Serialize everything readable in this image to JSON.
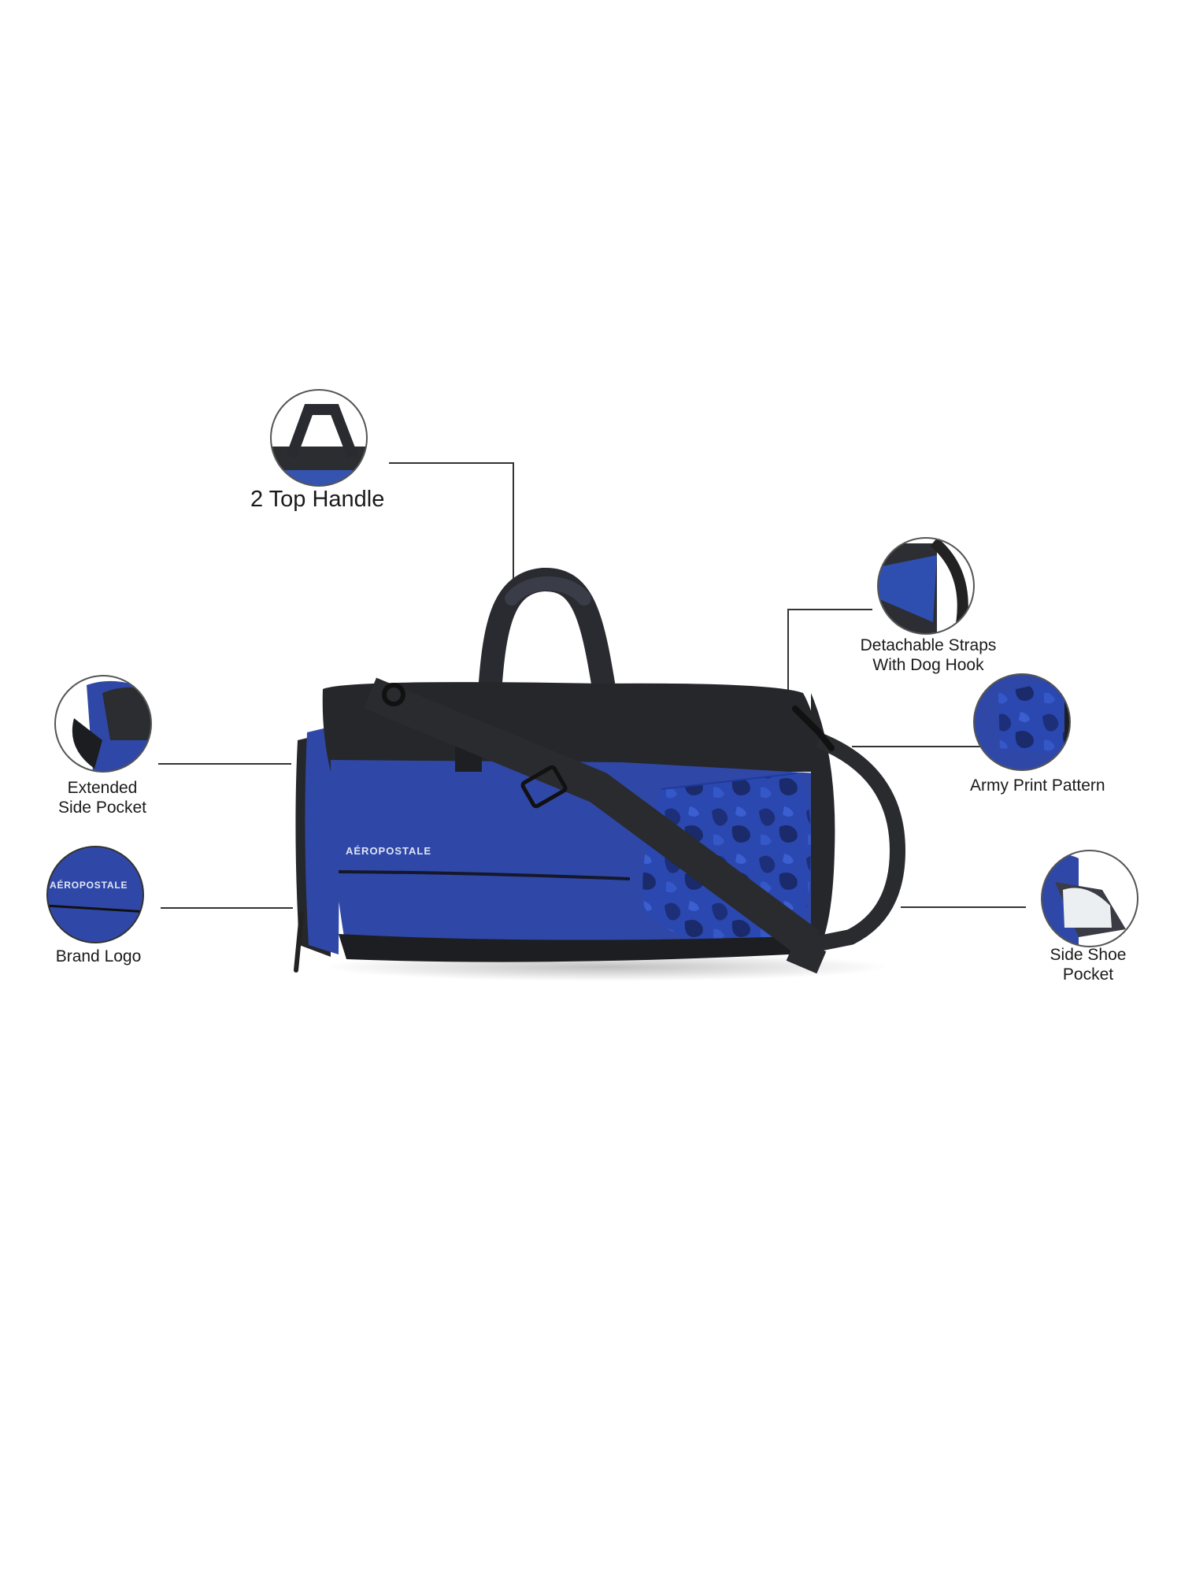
{
  "product": {
    "brand_logo_text": "AÉROPOSTALE",
    "colors": {
      "royal_blue": "#2f48a8",
      "blue_dark": "#22358a",
      "black": "#26272b",
      "strap": "#2a2b2f",
      "callout_line": "#333333",
      "circle_border": "#555555",
      "background": "#ffffff"
    }
  },
  "callouts": [
    {
      "id": "top-handle",
      "label_lines": [
        "2 Top Handle"
      ],
      "icon": "handle-thumbnail"
    },
    {
      "id": "detachable-straps",
      "label_lines": [
        "Detachable Straps",
        "With Dog Hook"
      ],
      "icon": "strap-hook-thumbnail"
    },
    {
      "id": "army-print",
      "label_lines": [
        "Army Print Pattern"
      ],
      "icon": "camo-pattern-thumbnail"
    },
    {
      "id": "side-shoe-pocket",
      "label_lines": [
        "Side Shoe",
        "Pocket"
      ],
      "icon": "shoe-pocket-thumbnail"
    },
    {
      "id": "extended-side-pocket",
      "label_lines": [
        "Extended",
        "Side Pocket"
      ],
      "icon": "side-pocket-thumbnail"
    },
    {
      "id": "brand-logo",
      "label_lines": [
        "Brand Logo"
      ],
      "icon": "brand-logo-thumbnail"
    }
  ]
}
